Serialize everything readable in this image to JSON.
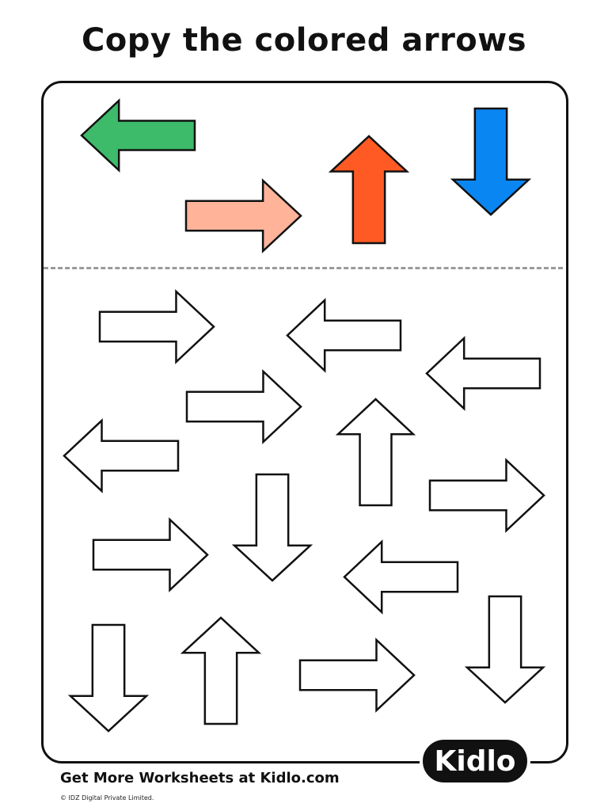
{
  "title": "Copy the colored arrows",
  "footer": {
    "text": "Get More Worksheets at Kidlo.com",
    "copyright": "© IDZ Digital Private Limited."
  },
  "logo": {
    "text": "Kidlo"
  },
  "colors": {
    "green": "#3dbb6a",
    "peach": "#ffb49a",
    "orange": "#ff5a24",
    "blue": "#0a86f3",
    "outline": "#111111",
    "blank": "#ffffff",
    "divider": "#9a9a9a"
  },
  "colored_arrows": [
    {
      "direction": "left",
      "color": "green"
    },
    {
      "direction": "right",
      "color": "peach"
    },
    {
      "direction": "up",
      "color": "orange"
    },
    {
      "direction": "down",
      "color": "blue"
    }
  ],
  "blank_arrows": [
    {
      "direction": "right"
    },
    {
      "direction": "left"
    },
    {
      "direction": "left"
    },
    {
      "direction": "right"
    },
    {
      "direction": "left"
    },
    {
      "direction": "up"
    },
    {
      "direction": "right"
    },
    {
      "direction": "down"
    },
    {
      "direction": "right"
    },
    {
      "direction": "left"
    },
    {
      "direction": "down"
    },
    {
      "direction": "up"
    },
    {
      "direction": "right"
    },
    {
      "direction": "down"
    }
  ]
}
